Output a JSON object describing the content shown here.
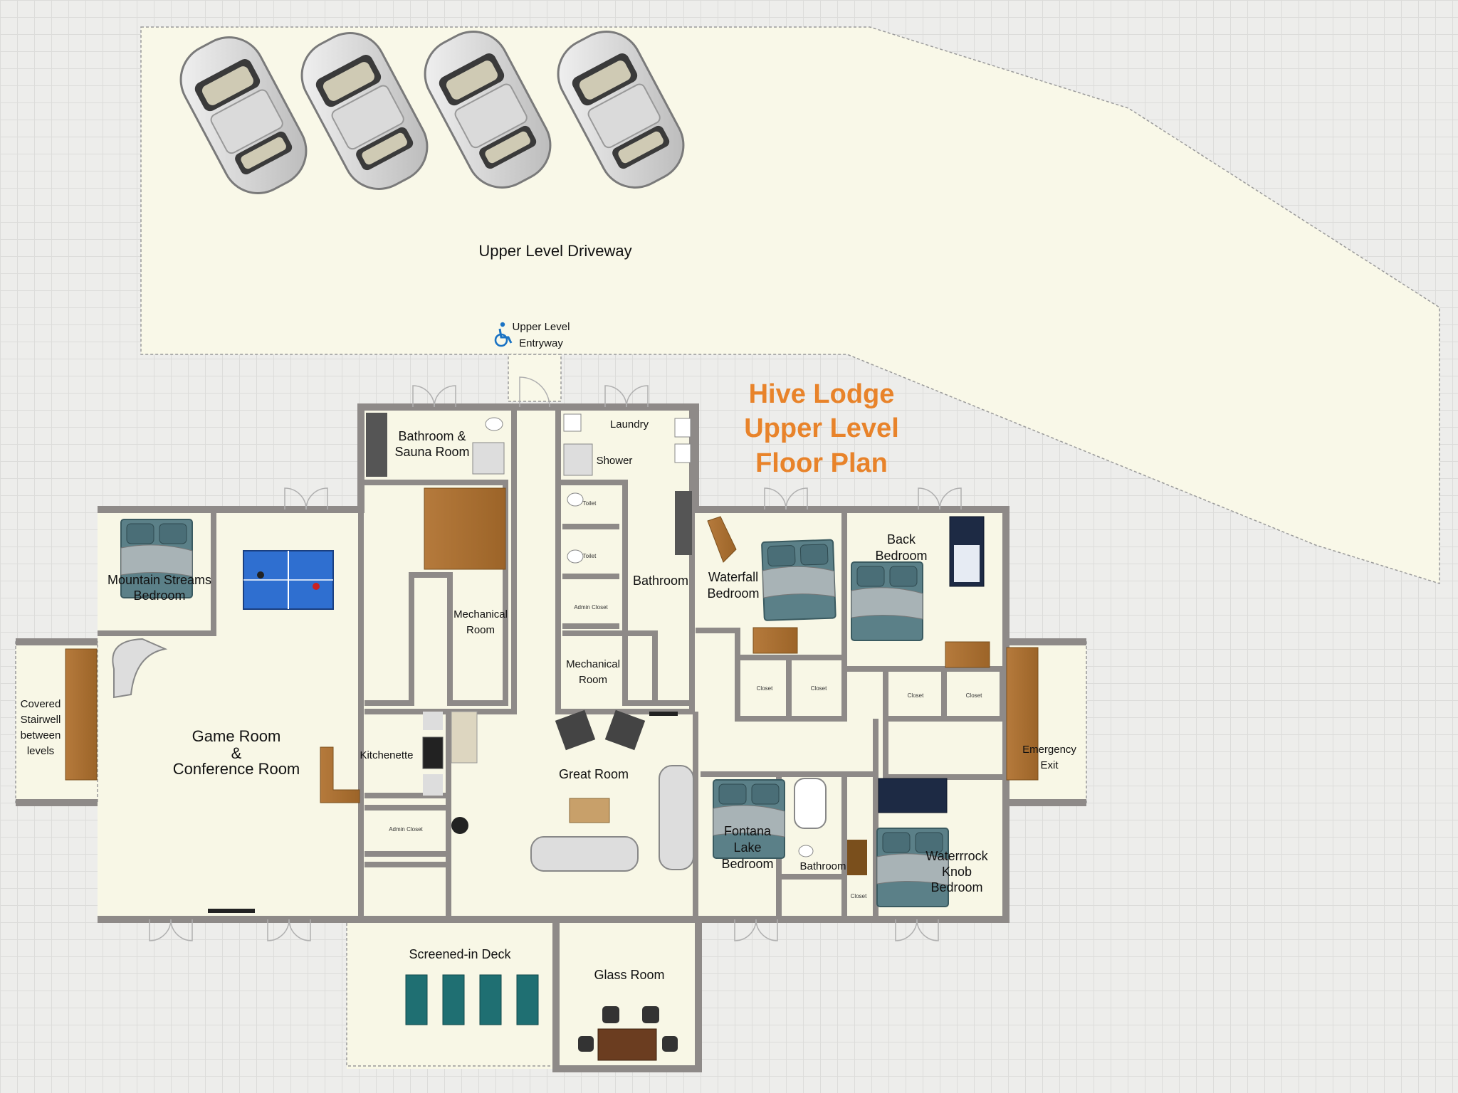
{
  "title": {
    "line1": "Hive Lodge",
    "line2": "Upper Level",
    "line3": "Floor Plan",
    "color": "#e8832a"
  },
  "colors": {
    "floor": "#f8f7e6",
    "wall": "#8e8a88",
    "driveway": "#f9f8e8",
    "grid_bg": "#ededeb",
    "accessibility": "#1a73c4"
  },
  "icons": {
    "accessibility": "wheelchair-icon"
  },
  "driveway": {
    "label": "Upper Level Driveway",
    "cars": 4
  },
  "entry": {
    "line1": "Upper Level",
    "line2": "Entryway"
  },
  "rooms": {
    "bathroom_sauna_1": "Bathroom &",
    "bathroom_sauna_2": "Sauna Room",
    "laundry": "Laundry",
    "shower": "Shower",
    "mountain_streams_1": "Mountain Streams",
    "mountain_streams_2": "Bedroom",
    "mechanical1_1": "Mechanical",
    "mechanical1_2": "Room",
    "mechanical2_1": "Mechanical",
    "mechanical2_2": "Room",
    "bathroom_center": "Bathroom",
    "waterfall_1": "Waterfall",
    "waterfall_2": "Bedroom",
    "back_1": "Back",
    "back_2": "Bedroom",
    "covered_1": "Covered",
    "covered_2": "Stairwell",
    "covered_3": "between",
    "covered_4": "levels",
    "game_1": "Game Room",
    "game_2": "&",
    "game_3": "Conference Room",
    "kitchenette": "Kitchenette",
    "great_room": "Great Room",
    "emergency_1": "Emergency",
    "emergency_2": "Exit",
    "fontana_1": "Fontana",
    "fontana_2": "Lake",
    "fontana_3": "Bedroom",
    "bathroom_small": "Bathroom",
    "waterrock_1": "Waterrrock",
    "waterrock_2": "Knob",
    "waterrock_3": "Bedroom",
    "screened_deck": "Screened-in Deck",
    "glass_room": "Glass Room"
  },
  "small_labels": {
    "toilet_a": "Toilet",
    "toilet_b": "Toilet",
    "admin_closet_a": "Admin Closet",
    "admin_closet_b": "Admin Closet",
    "closet_a": "Closet",
    "closet_b": "Closet",
    "closet_c": "Closet",
    "closet_d": "Closet",
    "closet_e": "Closet"
  }
}
